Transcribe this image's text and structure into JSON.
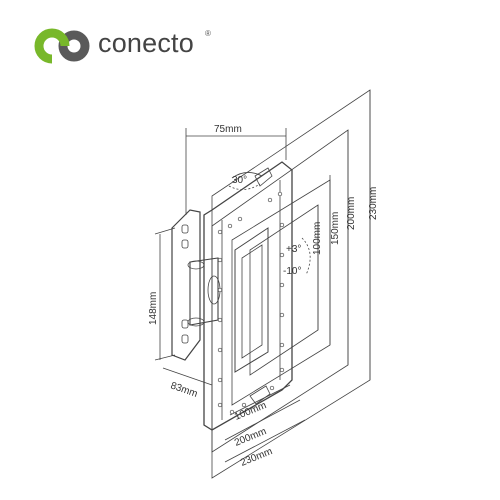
{
  "brand": {
    "name": "conecto",
    "registered": "®",
    "icon": "infinity-c-logo-icon",
    "colors": {
      "green": "#78b82a",
      "gray": "#5a5a5a"
    }
  },
  "dimensions": {
    "top_width": "75mm",
    "rotation": "30°",
    "tilt_up": "+3°",
    "tilt_down": "-10°",
    "vesa_v1": "100mm",
    "vesa_v2": "150mm",
    "vesa_v3": "200mm",
    "vesa_v4": "230mm",
    "arm_height": "148mm",
    "arm_depth": "83mm",
    "vesa_h1": "100mm",
    "vesa_h2": "200mm",
    "vesa_h3": "230mm"
  },
  "colors": {
    "line": "#444444",
    "text": "#333333"
  }
}
